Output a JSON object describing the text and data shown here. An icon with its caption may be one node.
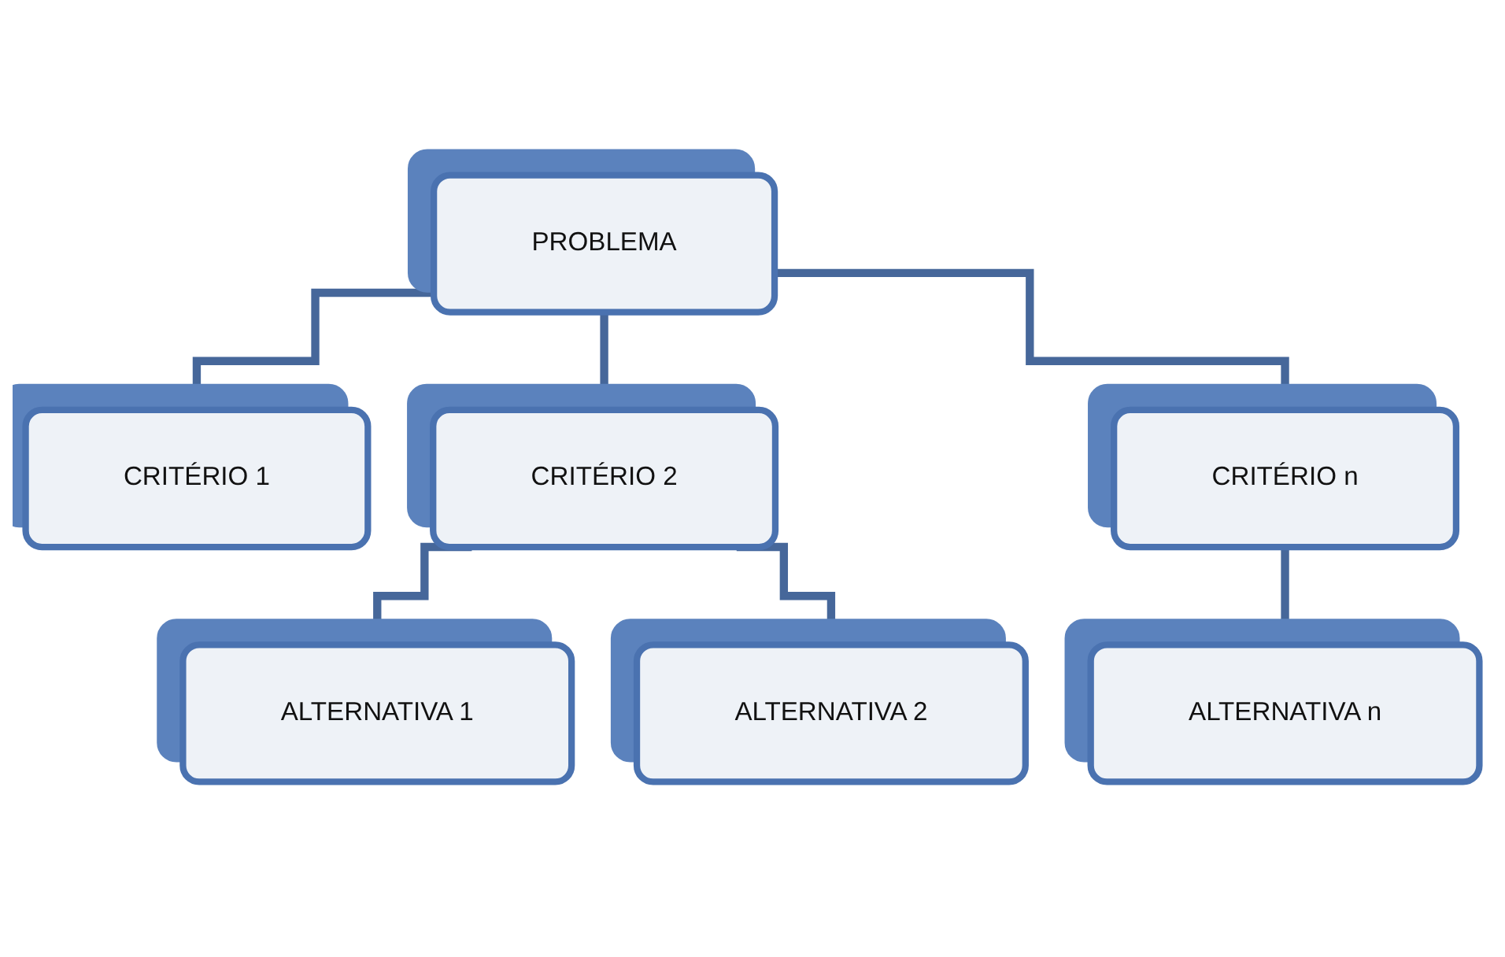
{
  "diagram": {
    "nodes": [
      {
        "text": [
          "PROBLEMA"
        ]
      },
      {
        "text": [
          "CRITÉRIO 1"
        ]
      },
      {
        "text": [
          "CRITÉRIO 2"
        ]
      },
      {
        "text": [
          "CRITÉRIO n"
        ]
      },
      {
        "text": [
          "ALTERNATIVA 1"
        ]
      },
      {
        "text": [
          "ALTERNATIVA 2"
        ]
      },
      {
        "text": [
          "ALTERNATIVA n"
        ]
      }
    ],
    "edges": [
      {
        "from": 0,
        "to": 1,
        "arrow": "none"
      },
      {
        "from": 0,
        "to": 2,
        "arrow": "none"
      },
      {
        "from": 0,
        "to": 3,
        "arrow": "none"
      },
      {
        "from": 2,
        "to": 4,
        "arrow": "none"
      },
      {
        "from": 2,
        "to": 5,
        "arrow": "none"
      },
      {
        "from": 3,
        "to": 6,
        "arrow": "none"
      }
    ]
  }
}
